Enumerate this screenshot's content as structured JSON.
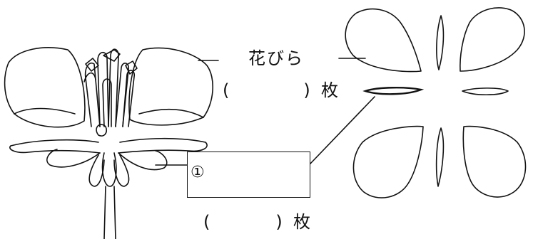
{
  "labels": {
    "petal_label": "花びら",
    "petal_count": {
      "open": "(",
      "close": ")",
      "unit": "枚"
    },
    "bottom_count": {
      "open": "(",
      "close": ")",
      "unit": "枚"
    },
    "box_marker": "①"
  }
}
